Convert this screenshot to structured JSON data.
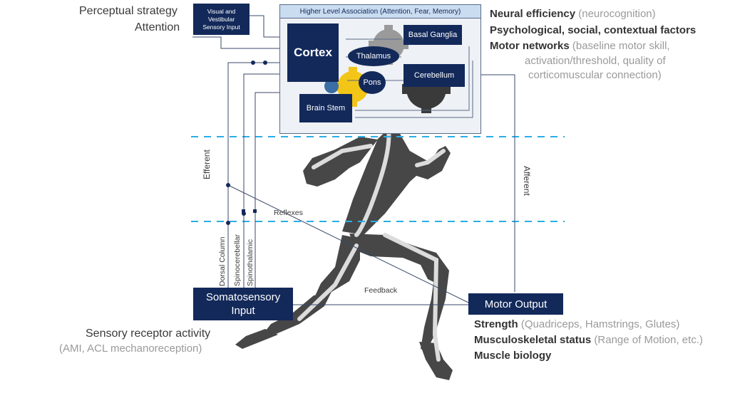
{
  "colors": {
    "navy": "#13295a",
    "dash": "#29aee6",
    "gear_gray": "#8c8c8c",
    "gear_dark": "#3a3a3a",
    "gear_yellow": "#f3c516",
    "gear_blue": "#3b6ea5",
    "panel": "#eef1f5",
    "panel_head": "#c9dcf0"
  },
  "top_left": {
    "line1": "Perceptual strategy",
    "line2": "Attention"
  },
  "visual_box": {
    "line1": "Visual and",
    "line2": "Vestibular",
    "line3": "Sensory Input"
  },
  "brain_panel": {
    "title": "Higher Level Association (Attention, Fear, Memory)",
    "cortex": "Cortex",
    "thalamus": "Thalamus",
    "pons": "Pons",
    "basal_ganglia": "Basal Ganglia",
    "cerebellum": "Cerebellum",
    "brain_stem": "Brain Stem"
  },
  "top_right": {
    "neural_bold": "Neural efficiency",
    "neural_light": "(neurocognition)",
    "psych_bold": "Psychological, social, contextual factors",
    "motor_bold": "Motor networks",
    "motor_light1": "(baseline motor skill,",
    "motor_light2": "activation/threshold, quality of",
    "motor_light3": "corticomuscular connection)"
  },
  "pathways": {
    "efferent": "Efferent",
    "afferent": "Afferent",
    "reflexes": "Reflexes",
    "feedback": "Feedback",
    "dorsal": "Dorsal Column",
    "spinocerebellar": "Spinocerebellar",
    "spinothalamic": "Spinothalamic"
  },
  "somato_box": {
    "line1": "Somatosensory",
    "line2": "Input"
  },
  "motor_box": {
    "label": "Motor Output"
  },
  "bottom_left": {
    "bold": "Sensory receptor activity",
    "light": "(AMI, ACL mechanoreception)"
  },
  "bottom_right": {
    "strength_bold": "Strength",
    "strength_light": "(Quadriceps, Hamstrings, Glutes)",
    "msk_bold": "Musculoskeletal status",
    "msk_light": "(Range of Motion, etc.)",
    "bio_bold": "Muscle biology"
  }
}
